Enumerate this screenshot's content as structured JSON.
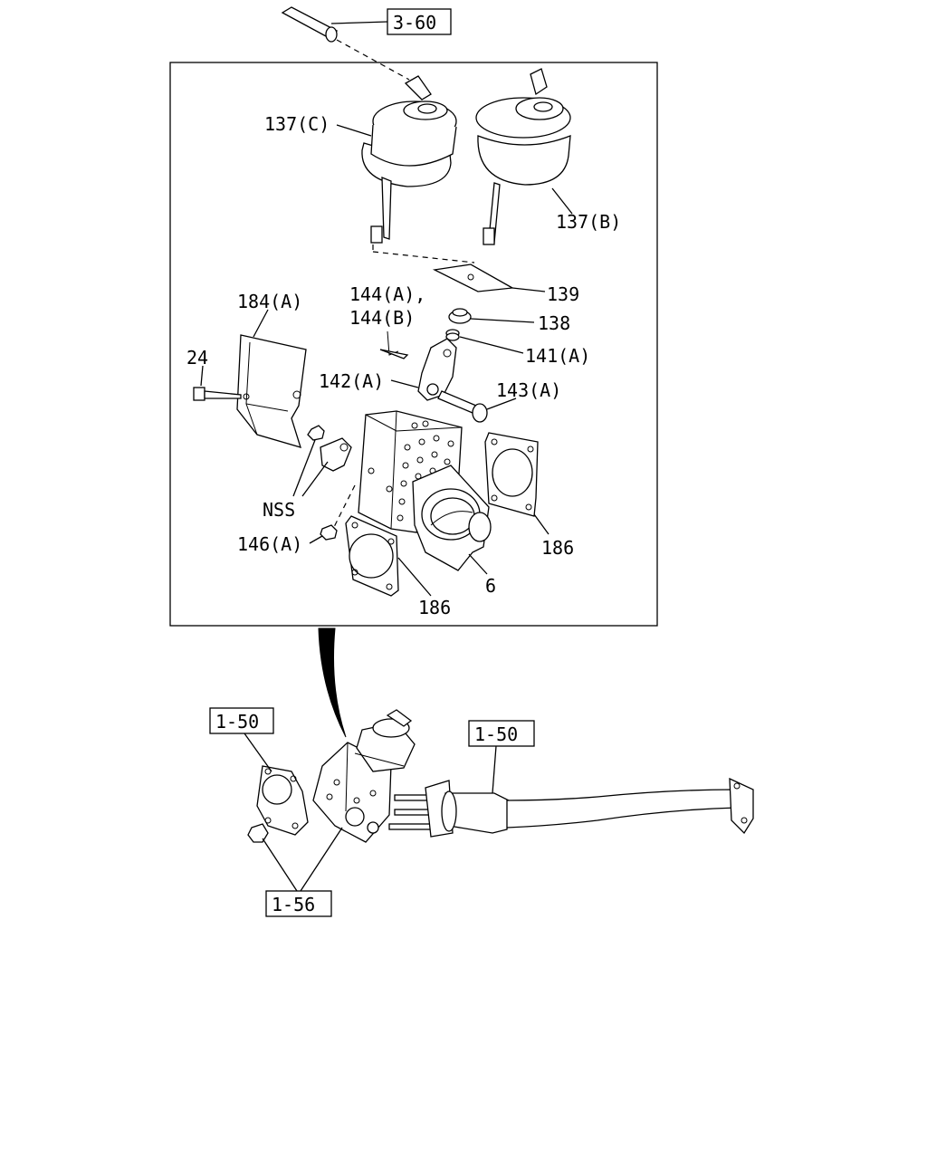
{
  "references": {
    "top": "3-60",
    "left": "1-50",
    "right": "1-50",
    "bottom": "1-56"
  },
  "labels": {
    "actuator_c": "137(C)",
    "actuator_b": "137(B)",
    "plate": "139",
    "pin_a_line1": "144(A),",
    "pin_a_line2": "144(B)",
    "bushing": "138",
    "spring": "141(A)",
    "lever": "142(A)",
    "pin_143": "143(A)",
    "heat_shield": "184(A)",
    "bolt": "24",
    "nss": "NSS",
    "nut": "146(A)",
    "gasket_right": "186",
    "gasket_left": "186",
    "valve_body": "6"
  }
}
